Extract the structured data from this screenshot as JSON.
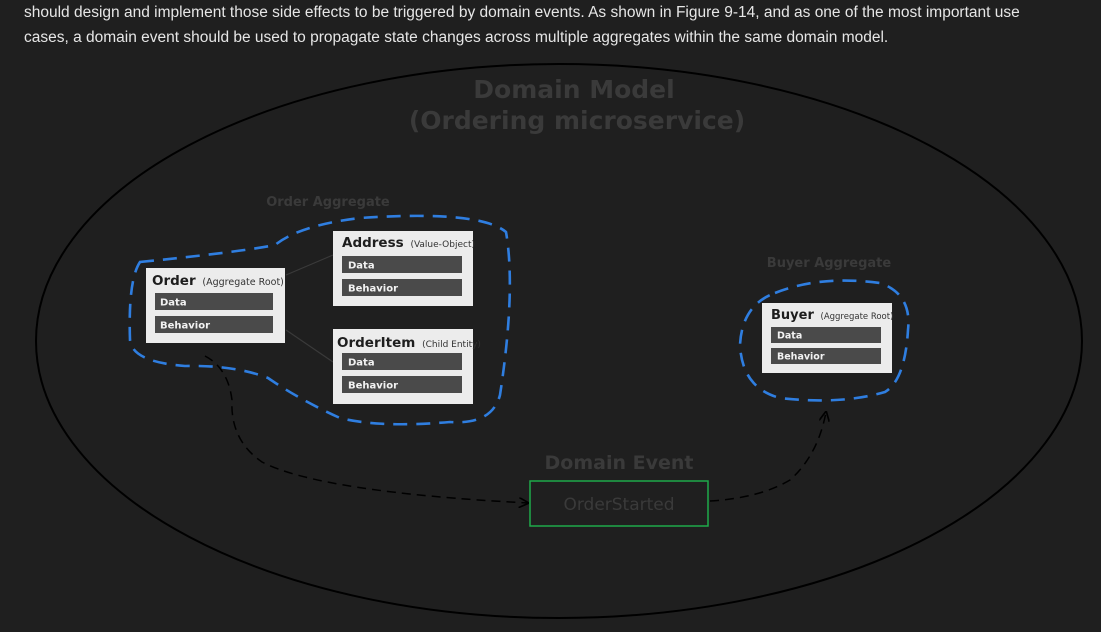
{
  "intro": {
    "line1": "should design and implement those side effects to be triggered by domain events. As shown in Figure 9-14, and as one of the most important use",
    "line2": "cases, a domain event should be used to propagate state changes across multiple aggregates within the same domain model."
  },
  "diagram": {
    "title_line1": "Domain Model",
    "title_line2": "(Ordering microservice)",
    "order_aggregate_label": "Order Aggregate",
    "buyer_aggregate_label": "Buyer Aggregate",
    "domain_event_label": "Domain Event",
    "domain_event_name": "OrderStarted",
    "order": {
      "title": "Order",
      "subtitle": "(Aggregate Root)",
      "data": "Data",
      "behavior": "Behavior"
    },
    "address": {
      "title": "Address",
      "subtitle": "(Value-Object)",
      "data": "Data",
      "behavior": "Behavior"
    },
    "orderitem": {
      "title": "OrderItem",
      "subtitle": "(Child Entity)",
      "data": "Data",
      "behavior": "Behavior"
    },
    "buyer": {
      "title": "Buyer",
      "subtitle": "(Aggregate Root)",
      "data": "Data",
      "behavior": "Behavior"
    },
    "colors": {
      "aggregate_border": "#2f7ee0",
      "event_border": "#1faa4a",
      "card_bg": "#ececec",
      "bar_bg": "#4a4a4a"
    }
  }
}
